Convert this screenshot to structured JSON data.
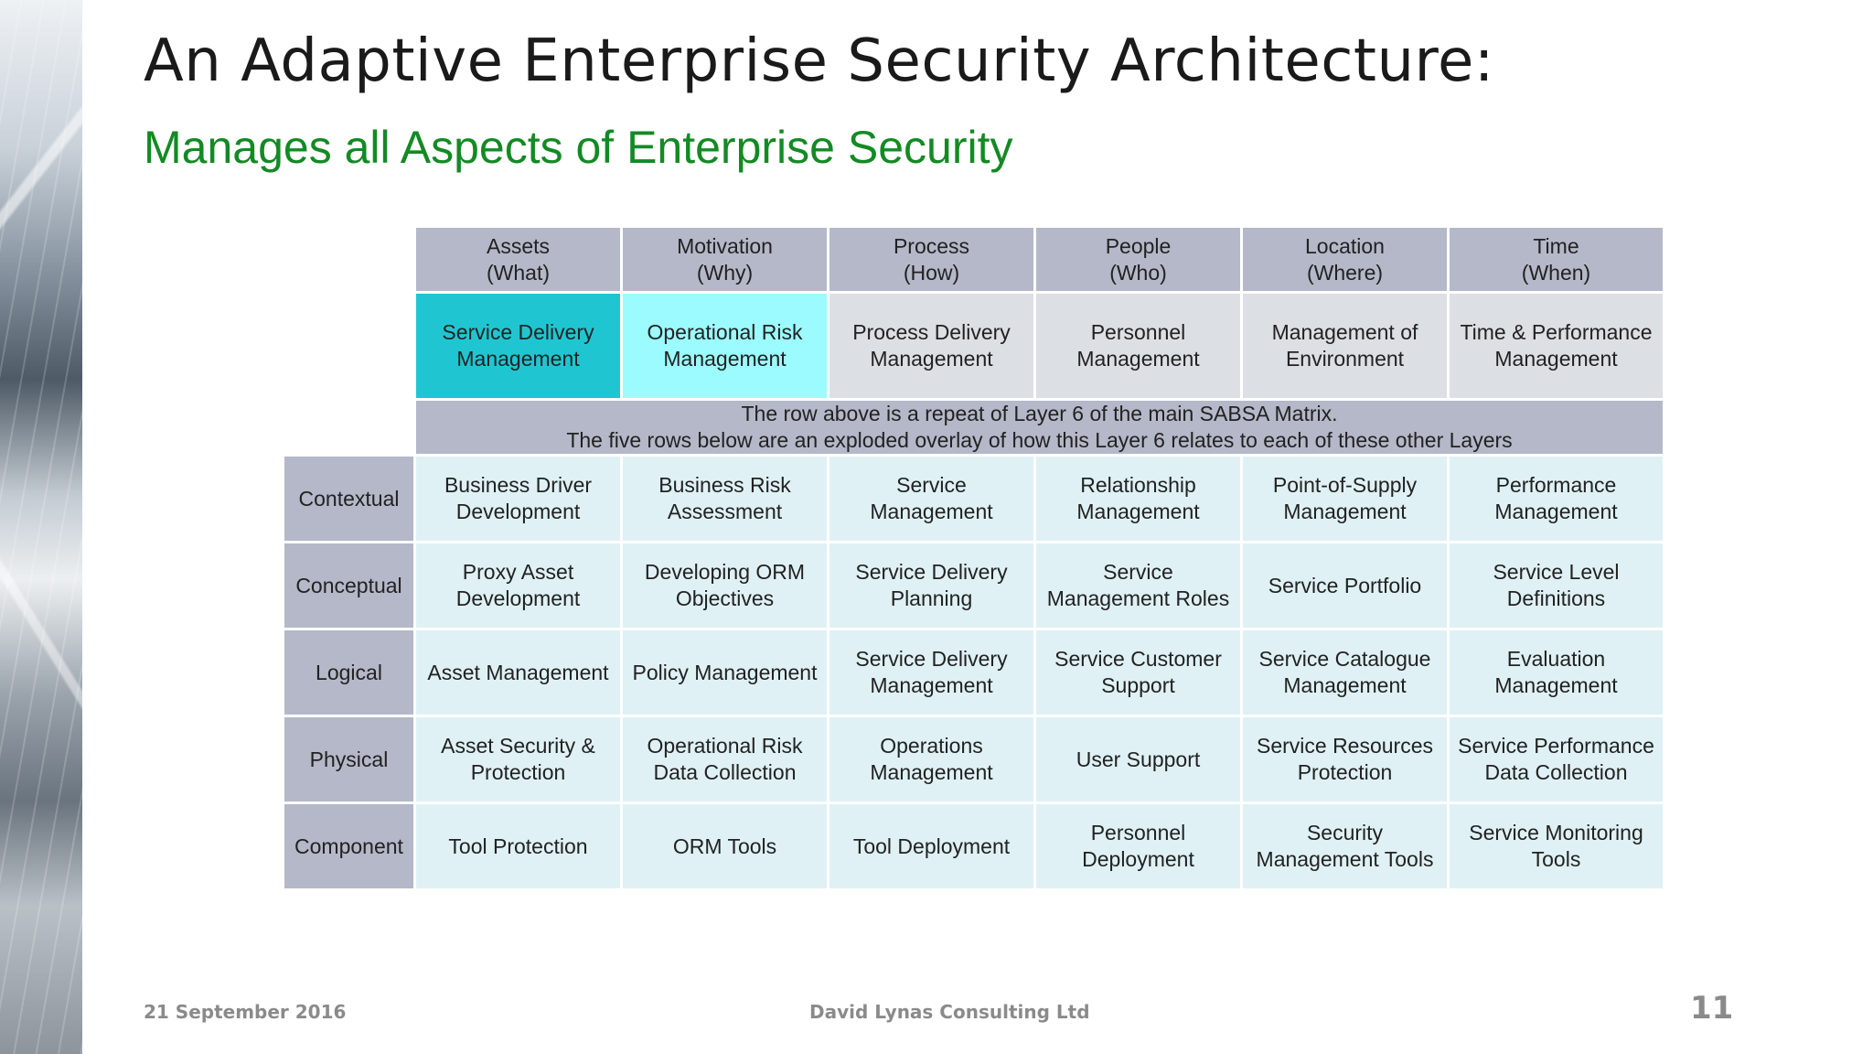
{
  "slide": {
    "title": "An Adaptive Enterprise Security Architecture:",
    "subtitle": "Manages all Aspects of Enterprise Security",
    "subtitle_color": "#138a24"
  },
  "matrix": {
    "columns": [
      {
        "line1": "Assets",
        "line2": "(What)"
      },
      {
        "line1": "Motivation",
        "line2": "(Why)"
      },
      {
        "line1": "Process",
        "line2": "(How)"
      },
      {
        "line1": "People",
        "line2": "(Who)"
      },
      {
        "line1": "Location",
        "line2": "(Where)"
      },
      {
        "line1": "Time",
        "line2": "(When)"
      }
    ],
    "layer6": [
      "Service Delivery Management",
      "Operational Risk Management",
      "Process Delivery Management",
      "Personnel Management",
      "Management of Environment",
      "Time & Performance Management"
    ],
    "note_line1": "The row above is a repeat of Layer 6 of the main SABSA Matrix.",
    "note_line2": "The five rows below are an exploded overlay of how this Layer 6 relates to each of these other Layers",
    "rows": [
      {
        "label": "Contextual",
        "cells": [
          "Business Driver Development",
          "Business Risk Assessment",
          "Service Management",
          "Relationship Management",
          "Point-of-Supply Management",
          "Performance Management"
        ]
      },
      {
        "label": "Conceptual",
        "cells": [
          "Proxy Asset Development",
          "Developing ORM Objectives",
          "Service Delivery Planning",
          "Service Management Roles",
          "Service Portfolio",
          "Service Level Definitions"
        ]
      },
      {
        "label": "Logical",
        "cells": [
          "Asset Management",
          "Policy Management",
          "Service Delivery Management",
          "Service Customer Support",
          "Service Catalogue Management",
          "Evaluation Management"
        ]
      },
      {
        "label": "Physical",
        "cells": [
          "Asset Security & Protection",
          "Operational Risk Data Collection",
          "Operations Management",
          "User Support",
          "Service Resources Protection",
          "Service Performance Data Collection"
        ]
      },
      {
        "label": "Component",
        "cells": [
          "Tool Protection",
          "ORM Tools",
          "Tool Deployment",
          "Personnel Deployment",
          "Security Management Tools",
          "Service Monitoring Tools"
        ]
      }
    ],
    "colors": {
      "header": "#b4b8c8",
      "layer6_default": "#dcdfe3",
      "layer6_assets": "#1fc6d2",
      "layer6_motivation": "#9cfbff",
      "body_cell": "#dff1f5"
    }
  },
  "footer": {
    "date": "21 September 2016",
    "organization": "David Lynas Consulting Ltd",
    "page_number": "11"
  }
}
